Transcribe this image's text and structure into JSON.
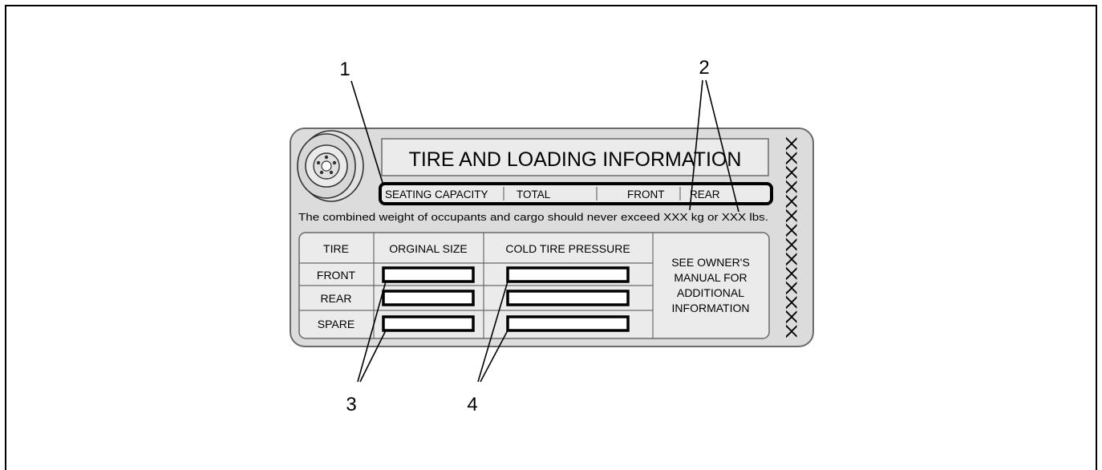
{
  "callouts": [
    "1",
    "2",
    "3",
    "4"
  ],
  "label": {
    "title": "TIRE AND LOADING INFORMATION",
    "capacity_row": {
      "seating": "SEATING CAPACITY",
      "total": "TOTAL",
      "front": "FRONT",
      "rear": "REAR"
    },
    "weight_text": "The combined weight of occupants and cargo should never exceed XXX kg or XXX lbs.",
    "side_code": "XXXXXXXXXXXXXX",
    "table": {
      "headers": [
        "TIRE",
        "ORGINAL SIZE",
        "COLD TIRE PRESSURE"
      ],
      "rows": [
        "FRONT",
        "REAR",
        "SPARE"
      ]
    },
    "notice_lines": [
      "SEE OWNER'S",
      "MANUAL FOR",
      "ADDITIONAL",
      "INFORMATION"
    ]
  },
  "colors": {
    "label_fill": "#dcdcdc",
    "panel_fill": "#ebebeb",
    "ink": "#000000"
  }
}
